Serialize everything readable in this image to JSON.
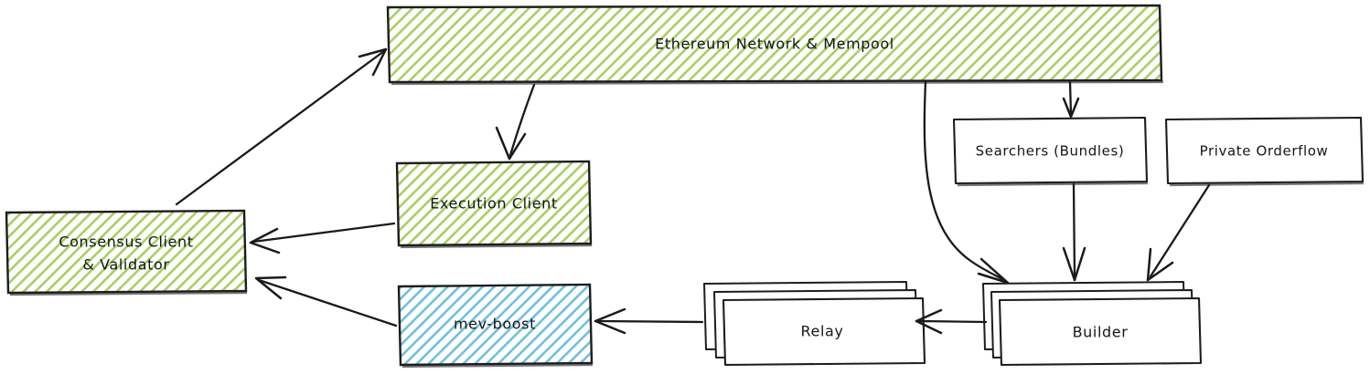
{
  "diagram": {
    "title": "Ethereum MEV-Boost block production flow",
    "style": "hand-drawn sketch",
    "background_color": "#ffffff",
    "stroke_color": "#1a1a1a",
    "green_fill": "#b5d56a",
    "blue_fill": "#7fc4dd"
  },
  "nodes": {
    "ethereum_network": {
      "label": "Ethereum Network & Mempool",
      "fill": "green-hatch"
    },
    "execution_client": {
      "label": "Execution Client",
      "fill": "green-hatch"
    },
    "consensus_client_line1": {
      "label": "Consensus Client"
    },
    "consensus_client_line2": {
      "label": "& Validator"
    },
    "mev_boost": {
      "label": "mev-boost",
      "fill": "blue-hatch"
    },
    "relay": {
      "label": "Relay",
      "fill": "white",
      "stacked": true
    },
    "builder": {
      "label": "Builder",
      "fill": "white",
      "stacked": true
    },
    "searchers": {
      "label": "Searchers (Bundles)",
      "fill": "white"
    },
    "private_orderflow": {
      "label": "Private Orderflow",
      "fill": "white"
    }
  },
  "edges": [
    {
      "from": "consensus_client",
      "to": "ethereum_network",
      "shape": "straight"
    },
    {
      "from": "ethereum_network",
      "to": "execution_client",
      "shape": "straight"
    },
    {
      "from": "execution_client",
      "to": "consensus_client",
      "shape": "straight"
    },
    {
      "from": "ethereum_network",
      "to": "searchers",
      "shape": "straight"
    },
    {
      "from": "ethereum_network",
      "to": "builder",
      "shape": "curved"
    },
    {
      "from": "searchers",
      "to": "builder",
      "shape": "straight"
    },
    {
      "from": "private_orderflow",
      "to": "builder",
      "shape": "straight"
    },
    {
      "from": "builder",
      "to": "relay",
      "shape": "straight"
    },
    {
      "from": "relay",
      "to": "mev_boost",
      "shape": "straight"
    },
    {
      "from": "mev_boost",
      "to": "consensus_client",
      "shape": "straight"
    }
  ]
}
